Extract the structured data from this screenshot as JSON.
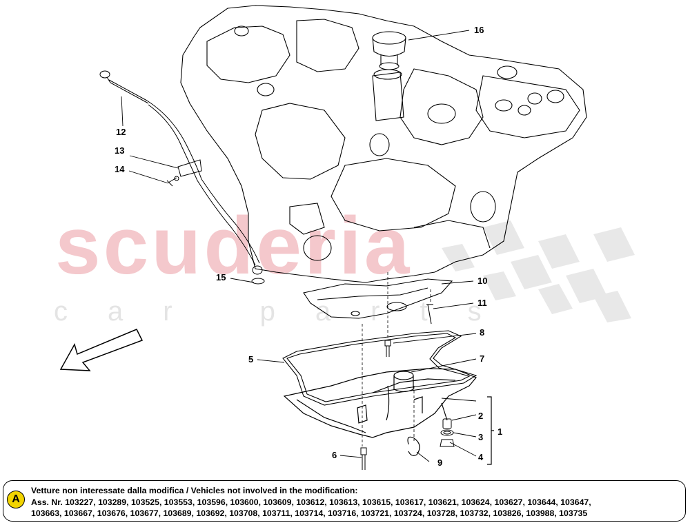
{
  "watermark": {
    "brand": "scuderia",
    "sub": "car parts"
  },
  "callouts": [
    "1",
    "2",
    "3",
    "4",
    "5",
    "6",
    "7",
    "8",
    "9",
    "10",
    "11",
    "12",
    "13",
    "14",
    "15",
    "16"
  ],
  "colors": {
    "line": "#000000",
    "watermark_main": "#f4c8cc",
    "watermark_sub": "#e4e4e4",
    "badge": "#f2d400"
  },
  "note": {
    "badge": "A",
    "heading": "Vetture non interessate dalla modifica / Vehicles not involved in the modification:",
    "line1": "Ass. Nr. 103227, 103289, 103525, 103553, 103596, 103600, 103609, 103612, 103613, 103615, 103617, 103621, 103624, 103627, 103644, 103647,",
    "line2": "103663, 103667, 103676, 103677, 103689, 103692, 103708, 103711, 103714, 103716, 103721, 103724, 103728, 103732, 103826, 103988, 103735"
  },
  "icons": {
    "direction_arrow": "arrow-down-left-icon"
  }
}
